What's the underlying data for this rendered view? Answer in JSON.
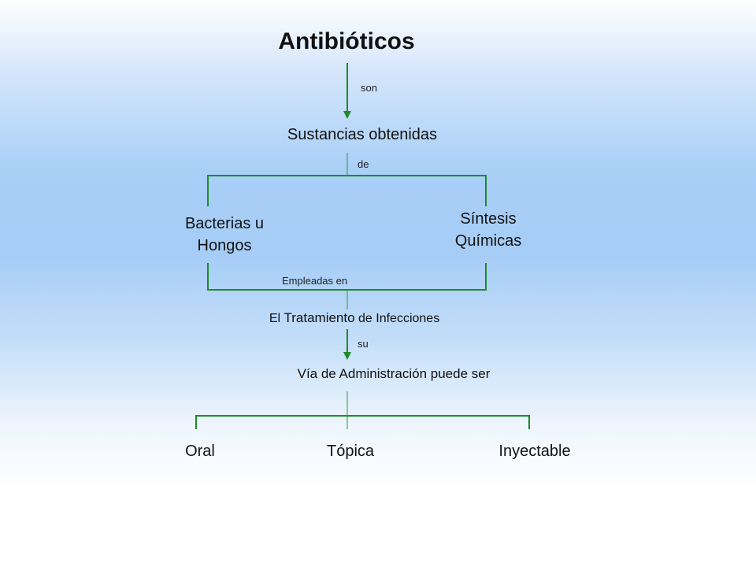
{
  "title": "Antibióticos",
  "nodes": {
    "sustancias": "Sustancias obtenidas",
    "bacterias_line1": "Bacterias u",
    "bacterias_line2": "Hongos",
    "sintesis_line1": "Síntesis",
    "sintesis_line2": "Químicas",
    "tratamiento_part1": "El ",
    "tratamiento_part2": "Tratamiento",
    "tratamiento_part3": " de Infecciones",
    "via": "Vía de Administración puede ser",
    "oral": "Oral",
    "topica": "Tópica",
    "inyectable": "Inyectable"
  },
  "link_labels": {
    "son": "son",
    "de": "de",
    "empleadas": "Empleadas en",
    "su": "su"
  },
  "colors": {
    "connector": "#1e8a2a",
    "thin_connector": "#2e9a38"
  }
}
